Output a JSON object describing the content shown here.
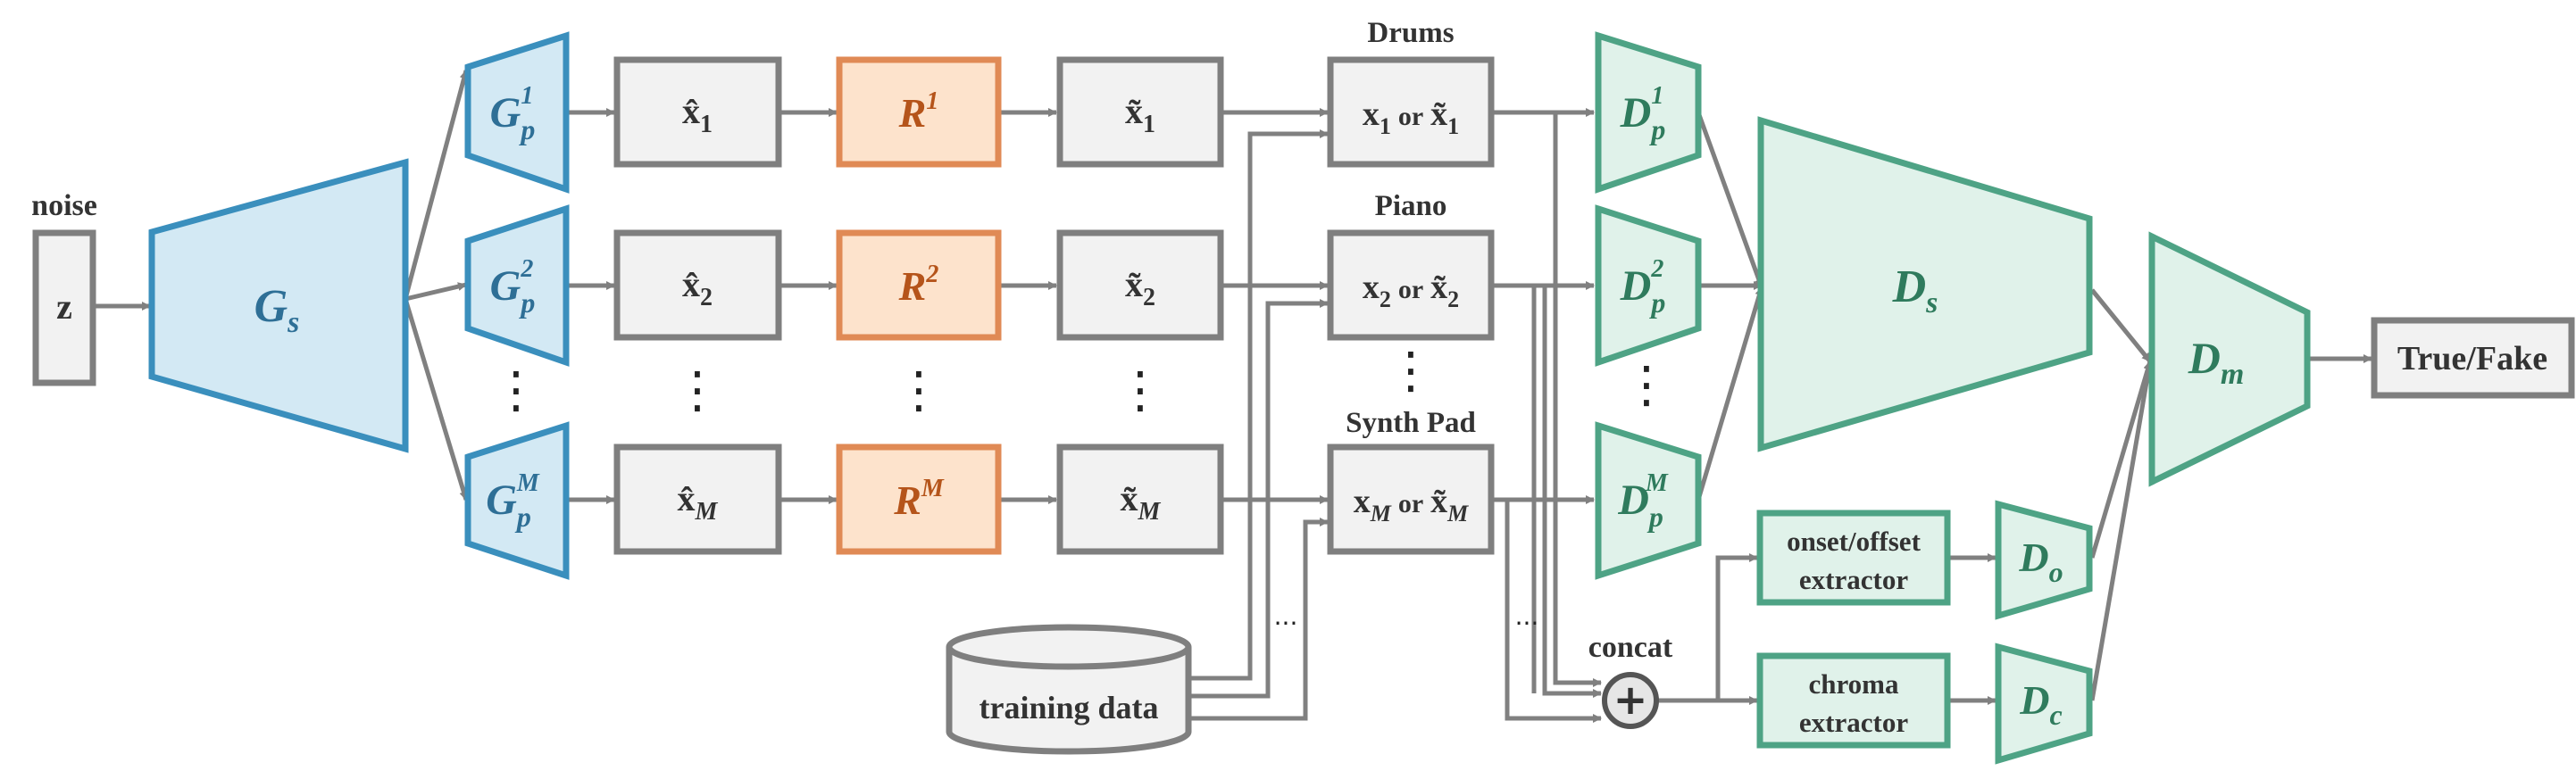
{
  "noise_label": "noise",
  "z_label": "z",
  "shared_generator": {
    "name": "G",
    "sub": "s"
  },
  "private_generators": [
    {
      "name": "G",
      "sub": "p",
      "sup": "1"
    },
    {
      "name": "G",
      "sub": "p",
      "sup": "2"
    },
    {
      "name": "G",
      "sub": "p",
      "sup": "M"
    }
  ],
  "hat_outputs": [
    {
      "sym": "x̂",
      "sub": "1"
    },
    {
      "sym": "x̂",
      "sub": "2"
    },
    {
      "sym": "x̂",
      "sub": "M"
    }
  ],
  "refiners": [
    {
      "name": "R",
      "sup": "1"
    },
    {
      "name": "R",
      "sup": "2"
    },
    {
      "name": "R",
      "sup": "M"
    }
  ],
  "tilde_outputs": [
    {
      "sym": "x̃",
      "sub": "1"
    },
    {
      "sym": "x̃",
      "sub": "2"
    },
    {
      "sym": "x̃",
      "sub": "M"
    }
  ],
  "tracks": [
    {
      "name": "Drums",
      "a": "x",
      "a_sub": "1",
      "or": "or",
      "b": "x̃",
      "b_sub": "1"
    },
    {
      "name": "Piano",
      "a": "x",
      "a_sub": "2",
      "or": "or",
      "b": "x̃",
      "b_sub": "2"
    },
    {
      "name": "Synth Pad",
      "a": "x",
      "a_sub": "M",
      "or": "or",
      "b": "x̃",
      "b_sub": "M"
    }
  ],
  "private_discriminators": [
    {
      "name": "D",
      "sub": "p",
      "sup": "1"
    },
    {
      "name": "D",
      "sub": "p",
      "sup": "2"
    },
    {
      "name": "D",
      "sub": "p",
      "sup": "M"
    }
  ],
  "shared_discriminator": {
    "name": "D",
    "sub": "s"
  },
  "merged_discriminator": {
    "name": "D",
    "sub": "m"
  },
  "onset_discriminator": {
    "name": "D",
    "sub": "o"
  },
  "chroma_discriminator": {
    "name": "D",
    "sub": "c"
  },
  "training_data_label": "training data",
  "concat_label": "concat",
  "concat_symbol": "+",
  "onset_extractor": {
    "line1": "onset/offset",
    "line2": "extractor"
  },
  "chroma_extractor": {
    "line1": "chroma",
    "line2": "extractor"
  },
  "output_label": "True/Fake",
  "ellipsis_vertical": "⋮",
  "ellipsis_horizontal": "...",
  "colors": {
    "generator_fill": "#d3e9f4",
    "generator_stroke": "#3a8fbd",
    "refiner_fill": "#fde3cc",
    "refiner_stroke": "#e08a55",
    "discriminator_fill": "#e0f2ea",
    "discriminator_stroke": "#4ea385",
    "box_fill": "#f2f2f2",
    "box_stroke": "#7f7f7f",
    "arrow": "#808080"
  }
}
